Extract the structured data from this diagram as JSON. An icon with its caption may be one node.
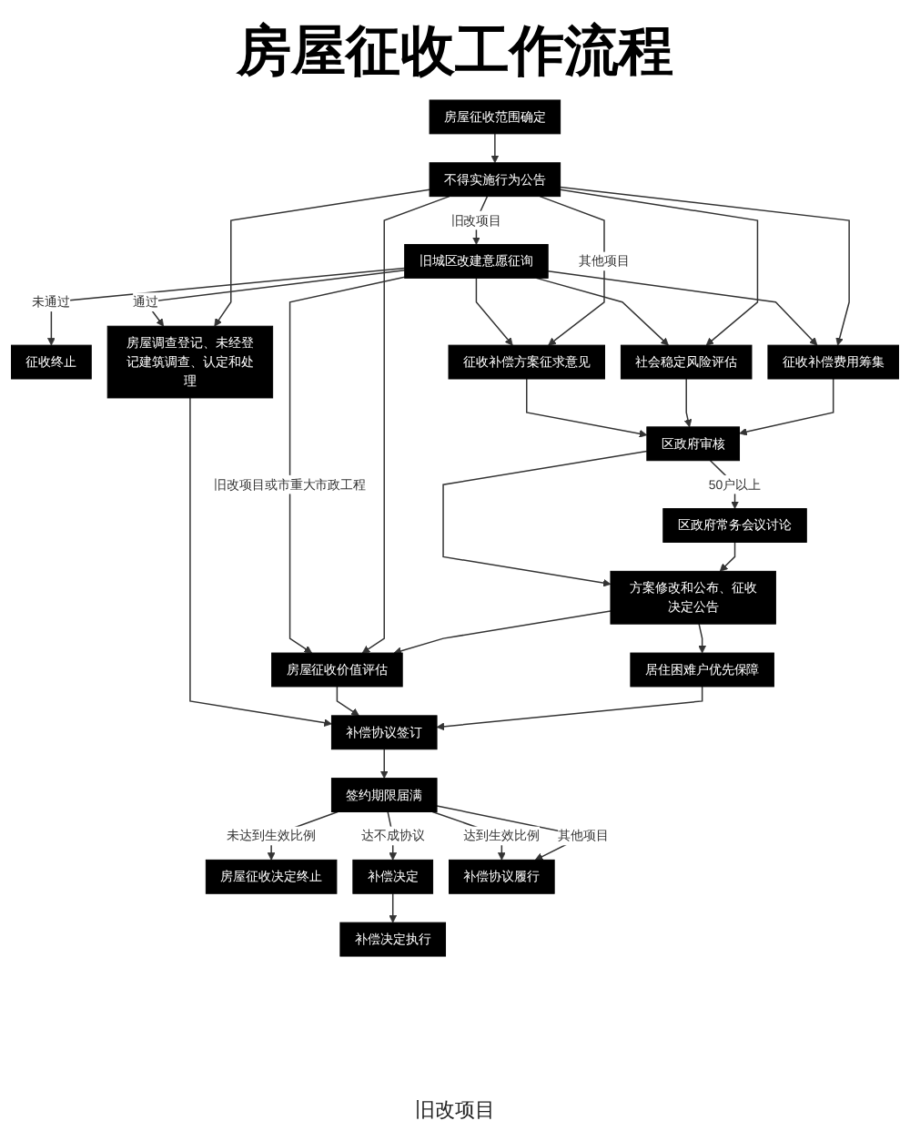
{
  "diagram": {
    "title": "房屋征收工作流程",
    "nodes": [
      {
        "text": [
          "房屋征收范围确定"
        ]
      },
      {
        "text": [
          "不得实施行为公告"
        ]
      },
      {
        "text": [
          "旧城区改建意愿征询"
        ]
      },
      {
        "text": [
          "征收终止"
        ]
      },
      {
        "text": [
          "房屋调查登记、未经登记建筑调查、认定和处理"
        ]
      },
      {
        "text": [
          "征收补偿方案征求意见"
        ]
      },
      {
        "text": [
          "社会稳定风险评估"
        ]
      },
      {
        "text": [
          "征收补偿费用筹集"
        ]
      },
      {
        "text": [
          "区政府审核"
        ]
      },
      {
        "text": [
          "区政府常务会议讨论"
        ]
      },
      {
        "text": [
          "方案修改和公布、征收决定公告"
        ]
      },
      {
        "text": [
          "房屋征收价值评估"
        ]
      },
      {
        "text": [
          "居住困难户优先保障"
        ]
      },
      {
        "text": [
          "补偿协议签订"
        ]
      },
      {
        "text": [
          "签约期限届满"
        ]
      },
      {
        "text": [
          "房屋征收决定终止"
        ]
      },
      {
        "text": [
          "补偿决定"
        ]
      },
      {
        "text": [
          "补偿协议履行"
        ]
      },
      {
        "text": [
          "补偿决定执行"
        ]
      }
    ],
    "edges": [
      {
        "from": 0,
        "to": 1,
        "arrow": "to"
      },
      {
        "from": 1,
        "to": 2,
        "arrow": "to",
        "label": "旧改项目"
      },
      {
        "from": 2,
        "to": 3,
        "arrow": "to",
        "label": "未通过"
      },
      {
        "from": 2,
        "to": 4,
        "arrow": "to",
        "label": "通过"
      },
      {
        "from": 2,
        "to": 11,
        "arrow": "to",
        "label": "旧改项目或市重大市政工程"
      },
      {
        "from": 2,
        "to": 5,
        "arrow": "to"
      },
      {
        "from": 2,
        "to": 6,
        "arrow": "to"
      },
      {
        "from": 2,
        "to": 7,
        "arrow": "to"
      },
      {
        "from": 1,
        "to": 4,
        "arrow": "to"
      },
      {
        "from": 1,
        "to": 11,
        "arrow": "to"
      },
      {
        "from": 1,
        "to": 5,
        "arrow": "to",
        "label": "其他项目"
      },
      {
        "from": 1,
        "to": 6,
        "arrow": "to"
      },
      {
        "from": 1,
        "to": 7,
        "arrow": "to"
      },
      {
        "from": 5,
        "to": 8,
        "arrow": "to"
      },
      {
        "from": 6,
        "to": 8,
        "arrow": "to"
      },
      {
        "from": 7,
        "to": 8,
        "arrow": "to"
      },
      {
        "from": 8,
        "to": 9,
        "arrow": "to",
        "label": "50户以上"
      },
      {
        "from": 8,
        "to": 10,
        "arrow": "to"
      },
      {
        "from": 9,
        "to": 10,
        "arrow": "to"
      },
      {
        "from": 10,
        "to": 11,
        "arrow": "to"
      },
      {
        "from": 10,
        "to": 12,
        "arrow": "to"
      },
      {
        "from": 4,
        "to": 13,
        "arrow": "to"
      },
      {
        "from": 11,
        "to": 13,
        "arrow": "to"
      },
      {
        "from": 12,
        "to": 13,
        "arrow": "to"
      },
      {
        "from": 13,
        "to": 14,
        "arrow": "to"
      },
      {
        "from": 14,
        "to": 15,
        "arrow": "to",
        "label": "未达到生效比例"
      },
      {
        "from": 14,
        "to": 17,
        "arrow": "to",
        "label": "达到生效比例"
      },
      {
        "from": 14,
        "to": 17,
        "arrow": "to",
        "label": "其他项目"
      },
      {
        "from": 14,
        "to": 16,
        "arrow": "to",
        "label": "达不成协议"
      },
      {
        "from": 16,
        "to": 18,
        "arrow": "to"
      }
    ],
    "labels": [
      "旧改项目"
    ]
  }
}
